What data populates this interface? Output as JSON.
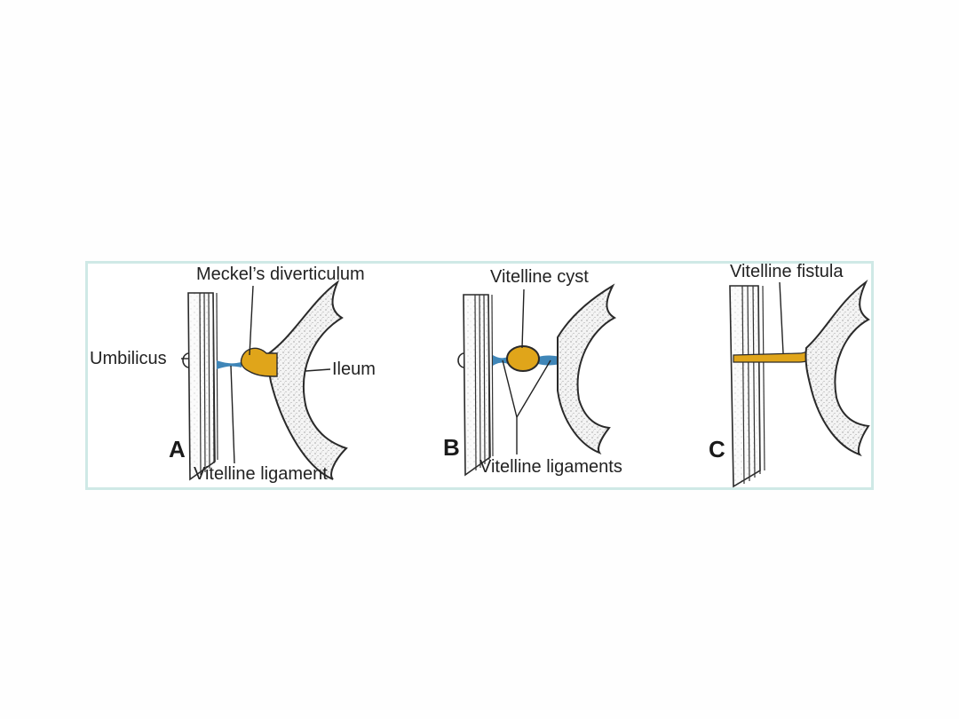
{
  "colors": {
    "frame_border": "#cfe9e6",
    "yolk_duct_fill": "#e0a51a",
    "ligament_blue": "#3f86b8"
  },
  "panels": [
    {
      "letter": "A",
      "labels": {
        "top": "Meckel’s diverticulum",
        "left": "Umbilicus",
        "right": "Ileum",
        "bottom": "Vitelline ligament"
      }
    },
    {
      "letter": "B",
      "labels": {
        "top": "Vitelline cyst",
        "bottom": "Vitelline ligaments"
      }
    },
    {
      "letter": "C",
      "labels": {
        "top": "Vitelline fistula"
      }
    }
  ]
}
